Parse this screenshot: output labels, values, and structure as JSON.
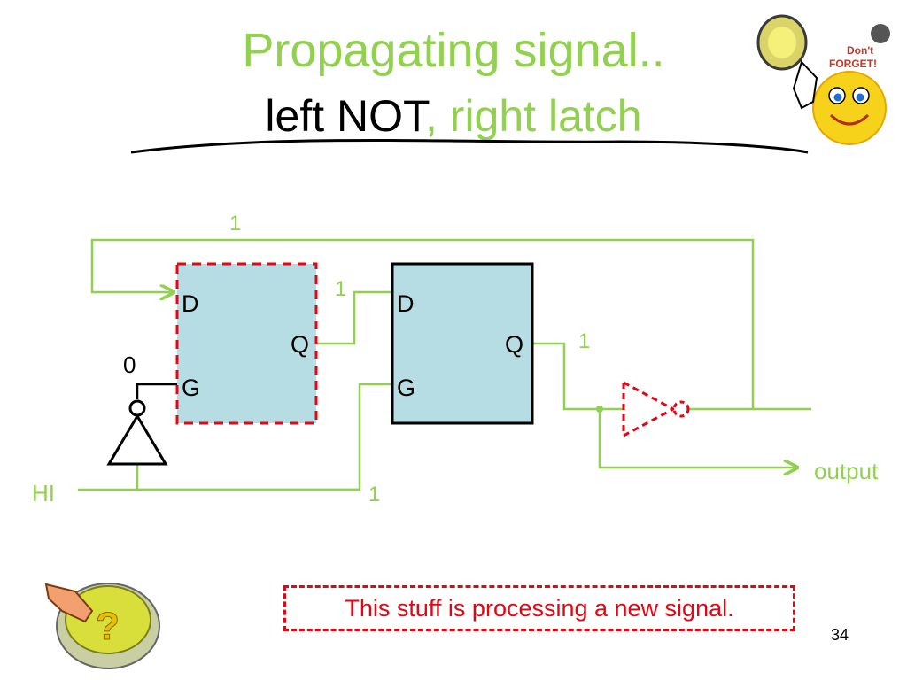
{
  "title": {
    "line1": "Propagating signal..",
    "line2_black": "left NOT",
    "line2_comma": ",",
    "line2_green": " right latch"
  },
  "circuit": {
    "left_latch": {
      "d": "D",
      "q": "Q",
      "g": "G"
    },
    "right_latch": {
      "d": "D",
      "q": "Q",
      "g": "G"
    },
    "values": {
      "feedback_top": "1",
      "between_latches": "1",
      "right_q_out": "1",
      "not_output": "0",
      "hi_line": "1"
    },
    "input_label": "HI",
    "output_label": "output"
  },
  "badges": {
    "dont_forget": "Don't FORGET!",
    "question": "?"
  },
  "note": "This stuff is processing a new signal.",
  "page_number": "34",
  "colors": {
    "wire": "#92d050",
    "latch_fill": "#b7dde4",
    "highlight": "#e30613",
    "title_green": "#92d050"
  }
}
